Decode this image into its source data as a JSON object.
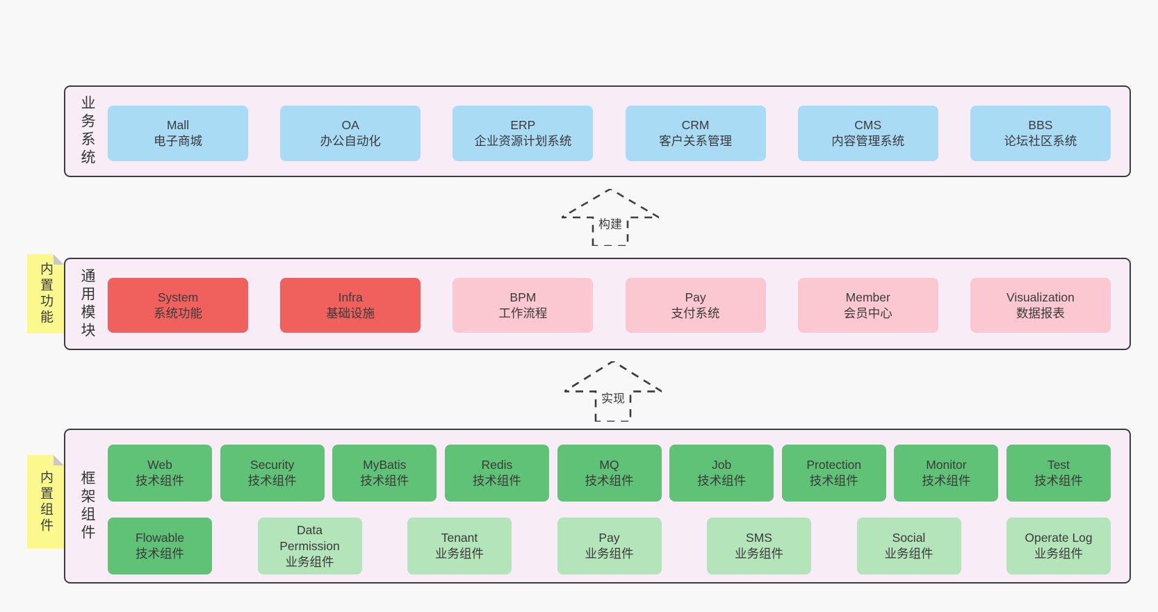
{
  "colors": {
    "page-bg": "#f8f8f8",
    "layer-bg": "#f8edf6",
    "layer-border": "#3c3c3c",
    "blue": "#a9dbf5",
    "red": "#f0615e",
    "pink": "#fbc8d1",
    "green": "#60c277",
    "green-light": "#b3e4ba",
    "note-yellow": "#fbf98d",
    "note-fold": "#c8c8c8"
  },
  "sections": [
    {
      "label": "业务系统",
      "boxes": [
        {
          "title": "Mall",
          "subtitle": "电子商城",
          "variant": "blue"
        },
        {
          "title": "OA",
          "subtitle": "办公自动化",
          "variant": "blue"
        },
        {
          "title": "ERP",
          "subtitle": "企业资源计划系统",
          "variant": "blue"
        },
        {
          "title": "CRM",
          "subtitle": "客户关系管理",
          "variant": "blue"
        },
        {
          "title": "CMS",
          "subtitle": "内容管理系统",
          "variant": "blue"
        },
        {
          "title": "BBS",
          "subtitle": "论坛社区系统",
          "variant": "blue"
        }
      ]
    },
    {
      "label": "通用模块",
      "note": "内置功能",
      "boxes": [
        {
          "title": "System",
          "subtitle": "系统功能",
          "variant": "red"
        },
        {
          "title": "Infra",
          "subtitle": "基础设施",
          "variant": "red"
        },
        {
          "title": "BPM",
          "subtitle": "工作流程",
          "variant": "pink"
        },
        {
          "title": "Pay",
          "subtitle": "支付系统",
          "variant": "pink"
        },
        {
          "title": "Member",
          "subtitle": "会员中心",
          "variant": "pink"
        },
        {
          "title": "Visualization",
          "subtitle": "数据报表",
          "variant": "pink"
        }
      ]
    },
    {
      "label": "框架组件",
      "note": "内置组件",
      "boxes": [
        {
          "title": "Web",
          "subtitle": "技术组件",
          "variant": "green"
        },
        {
          "title": "Security",
          "subtitle": "技术组件",
          "variant": "green"
        },
        {
          "title": "MyBatis",
          "subtitle": "技术组件",
          "variant": "green"
        },
        {
          "title": "Redis",
          "subtitle": "技术组件",
          "variant": "green"
        },
        {
          "title": "MQ",
          "subtitle": "技术组件",
          "variant": "green"
        },
        {
          "title": "Job",
          "subtitle": "技术组件",
          "variant": "green"
        },
        {
          "title": "Protection",
          "subtitle": "技术组件",
          "variant": "green"
        },
        {
          "title": "Monitor",
          "subtitle": "技术组件",
          "variant": "green"
        },
        {
          "title": "Test",
          "subtitle": "技术组件",
          "variant": "green"
        },
        {
          "title": "Flowable",
          "subtitle": "技术组件",
          "variant": "green"
        },
        {
          "title": "Data\nPermission",
          "subtitle": "业务组件",
          "variant": "green-light"
        },
        {
          "title": "Tenant",
          "subtitle": "业务组件",
          "variant": "green-light"
        },
        {
          "title": "Pay",
          "subtitle": "业务组件",
          "variant": "green-light"
        },
        {
          "title": "SMS",
          "subtitle": "业务组件",
          "variant": "green-light"
        },
        {
          "title": "Social",
          "subtitle": "业务组件",
          "variant": "green-light"
        },
        {
          "title": "Operate Log",
          "subtitle": "业务组件",
          "variant": "green-light"
        }
      ]
    }
  ],
  "arrows": [
    {
      "label": "构建"
    },
    {
      "label": "实现"
    }
  ]
}
